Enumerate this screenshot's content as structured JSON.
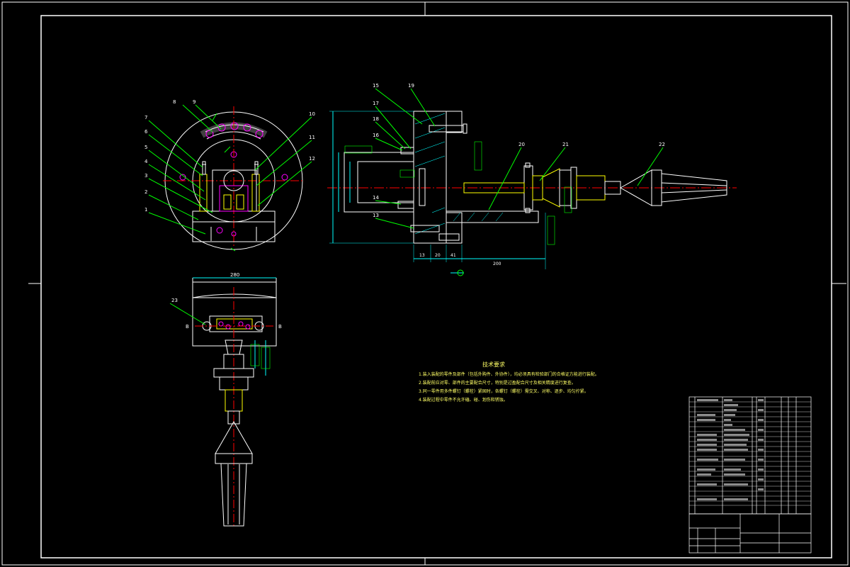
{
  "balloons": {
    "b1": "1",
    "b2": "2",
    "b3": "3",
    "b4": "4",
    "b5": "5",
    "b6": "6",
    "b7": "7",
    "b8": "8",
    "b9": "9",
    "b10": "10",
    "b11": "11",
    "b12": "12",
    "b13": "13",
    "b14": "14",
    "b15": "15",
    "b16": "16",
    "b17": "17",
    "b18": "18",
    "b19": "19",
    "b20": "20",
    "b21": "21",
    "b22": "22",
    "b23": "23"
  },
  "dimensions": {
    "plan_width": "280",
    "side_h1": "13",
    "side_h2": "20",
    "side_h3": "41",
    "side_length": "200",
    "left_letter": "B",
    "right_letter": "B"
  },
  "tech_requirements": {
    "title": "技术要求",
    "items": [
      "1.装入装配的零件及部件（包括外购件、外协件），均必须具有检验部门的合格证方能进行装配。",
      "2.装配前应对零、部件的主要配合尺寸，特别是过盈配合尺寸及相关精度进行复查。",
      "3.同一零件用多件螺钉（螺栓）紧固时，各螺钉（螺栓）需交叉、对称、逐步、均匀拧紧。",
      "4.装配过程中零件不允许磕、碰、划伤和锈蚀。"
    ]
  },
  "colors": {
    "border": "#ffffff",
    "outline": "#ffffff",
    "leader": "#00ff00",
    "centerline": "#ff0000",
    "part_yellow": "#ffff00",
    "part_magenta": "#ff00ff",
    "dimension": "#00ffff",
    "hatch": "#00ffff"
  }
}
